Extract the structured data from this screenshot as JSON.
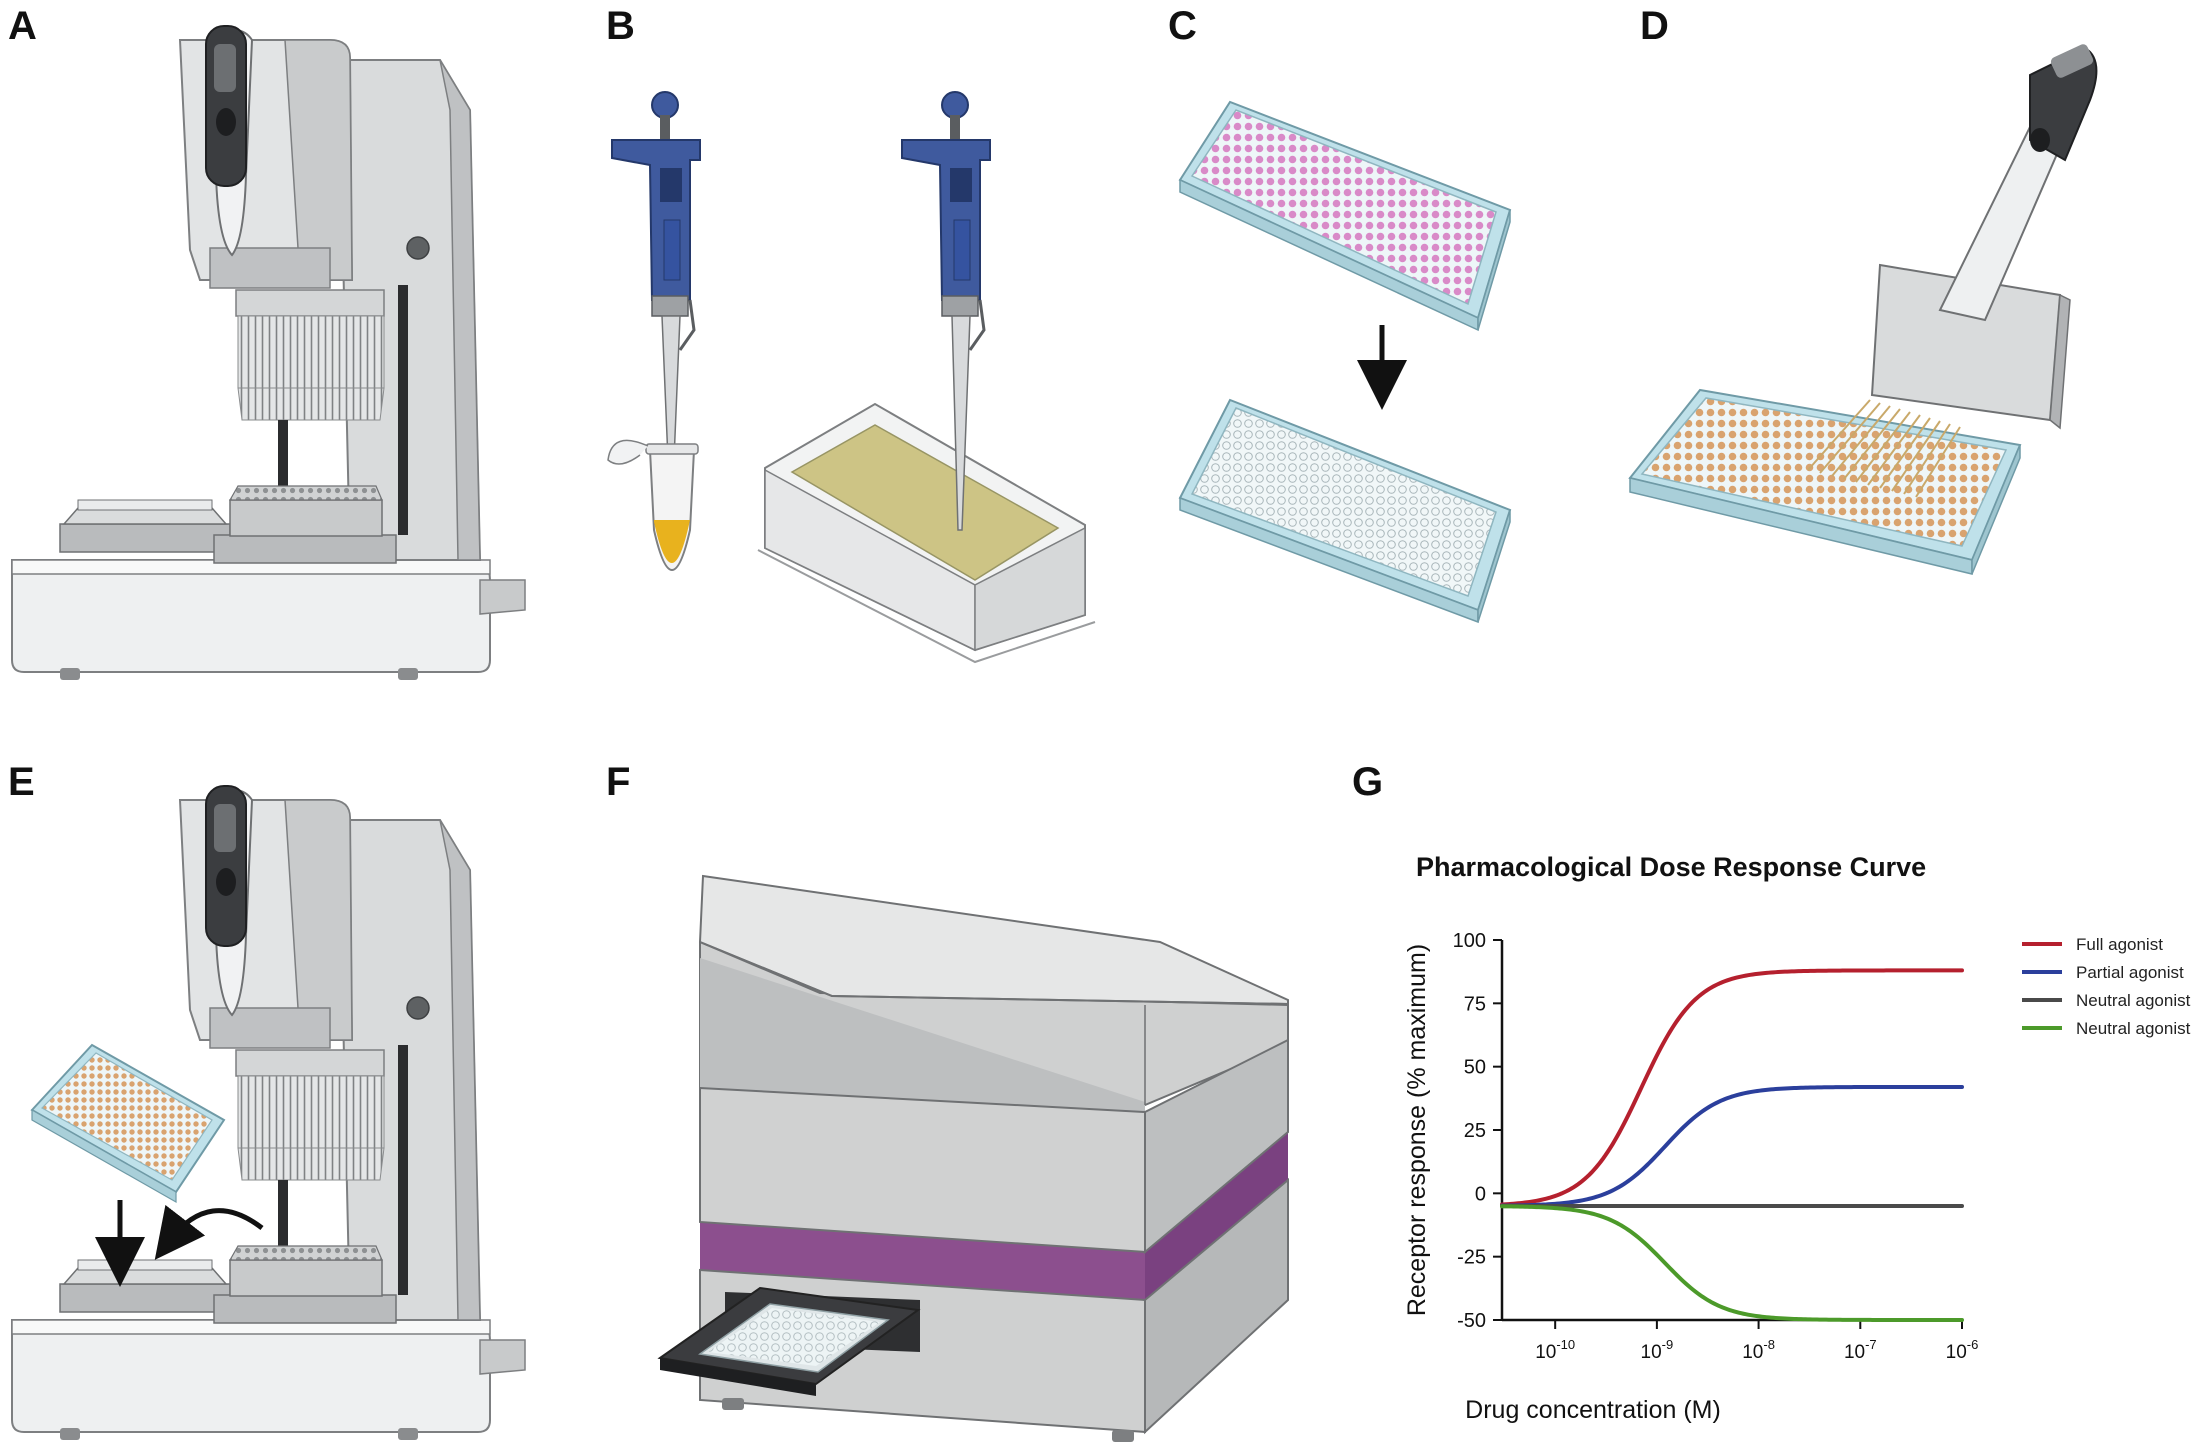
{
  "panels": {
    "a": "A",
    "b": "B",
    "c": "C",
    "d": "D",
    "e": "E",
    "f": "F",
    "g": "G"
  },
  "colors": {
    "instrument_grey": "#d9dbdc",
    "instrument_dark": "#9a9c9e",
    "pipette_blue": "#3f5a9e",
    "plate_edge": "#bfe1ea",
    "pink_wells": "#d98ac8",
    "orange_wells": "#d9a36f",
    "reservoir_liquid": "#c9c07a",
    "tube_liquid": "#e8b21e",
    "reader_band": "#8c4f8e",
    "reader_body": "#cfd0d0"
  },
  "chart_data": {
    "type": "line",
    "title": "Pharmacological Dose Response Curve",
    "xlabel": "Drug concentration (M)",
    "ylabel": "Receptor response (% maximum)",
    "x_scale": "log",
    "xlim": [
      3e-11,
      1e-06
    ],
    "ylim": [
      -50,
      100
    ],
    "yticks": [
      -50,
      -25,
      0,
      25,
      50,
      75,
      100
    ],
    "ytick_labels": [
      "-50",
      "-25",
      "0",
      "25",
      "50",
      "75",
      "100"
    ],
    "xticks": [
      1e-10,
      1e-09,
      1e-08,
      1e-07,
      1e-06
    ],
    "xtick_labels": [
      {
        "base": "10",
        "exp": "-10"
      },
      {
        "base": "10",
        "exp": "-9"
      },
      {
        "base": "10",
        "exp": "-8"
      },
      {
        "base": "10",
        "exp": "-7"
      },
      {
        "base": "10",
        "exp": "-6"
      }
    ],
    "legend_position": "right",
    "series": [
      {
        "name": "Full agonist",
        "color": "#b5202e",
        "bottom": -5,
        "top": 88,
        "ec50": 7e-10,
        "hill": 1.6
      },
      {
        "name": "Partial agonist",
        "color": "#2b3f9c",
        "bottom": -5,
        "top": 42,
        "ec50": 1.2e-09,
        "hill": 1.6
      },
      {
        "name": "Neutral agonist",
        "color": "#4a4a4a",
        "bottom": -5,
        "top": -5,
        "ec50": 1e-09,
        "hill": 1
      },
      {
        "name": "Neutral agonist",
        "color": "#4c9a2a",
        "bottom": -5,
        "top": -50,
        "ec50": 1.2e-09,
        "hill": 1.6
      }
    ]
  }
}
